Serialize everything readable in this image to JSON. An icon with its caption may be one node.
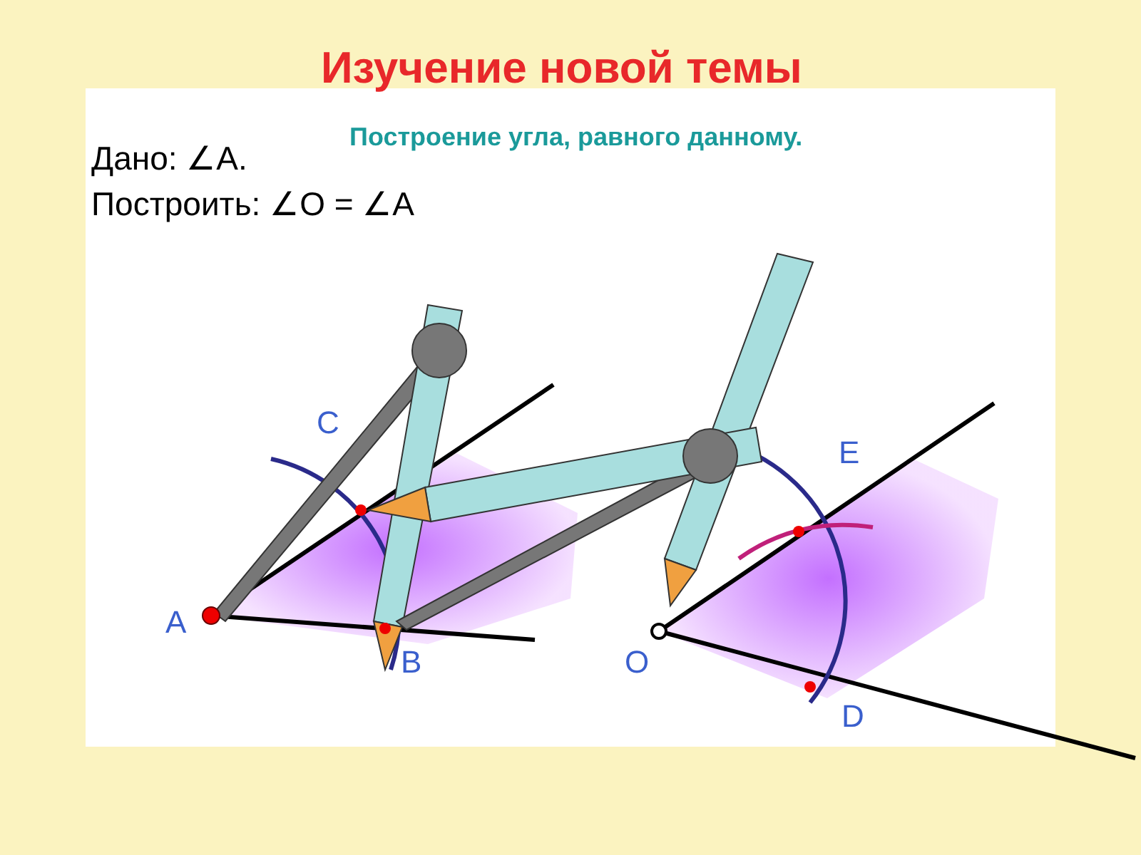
{
  "diagram": {
    "title": "Изучение новой темы",
    "labels": [
      "Построение угла, равного данному.",
      "Дано: ∠А.",
      "Построить: ∠О = ∠А",
      "C",
      "A",
      "B",
      "E",
      "O",
      "D"
    ]
  }
}
